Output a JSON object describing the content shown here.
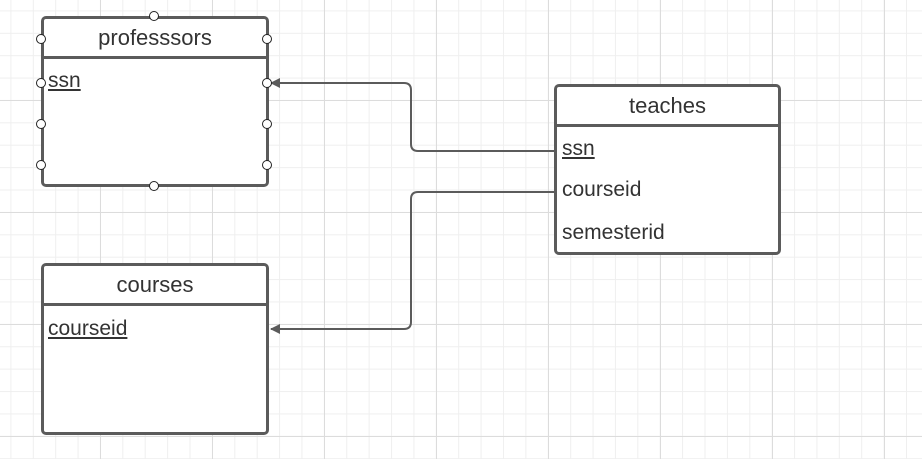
{
  "diagram": {
    "entities": {
      "professors": {
        "title": "professsors",
        "attributes": [
          {
            "name": "ssn",
            "key": true
          }
        ],
        "selected": true
      },
      "teaches": {
        "title": "teaches",
        "attributes": [
          {
            "name": "ssn",
            "key": true
          },
          {
            "name": "courseid",
            "key": false
          },
          {
            "name": "semesterid",
            "key": false
          }
        ]
      },
      "courses": {
        "title": "courses",
        "attributes": [
          {
            "name": "courseid",
            "key": true
          }
        ]
      }
    },
    "relationships": [
      {
        "from": "teaches.ssn",
        "to": "professsors.ssn"
      },
      {
        "from": "teaches.courseid",
        "to": "courses.courseid"
      }
    ]
  },
  "colors": {
    "line": "#5b5b5b",
    "text": "#333333",
    "grid": "#dcdcdc",
    "background": "#ffffff"
  }
}
